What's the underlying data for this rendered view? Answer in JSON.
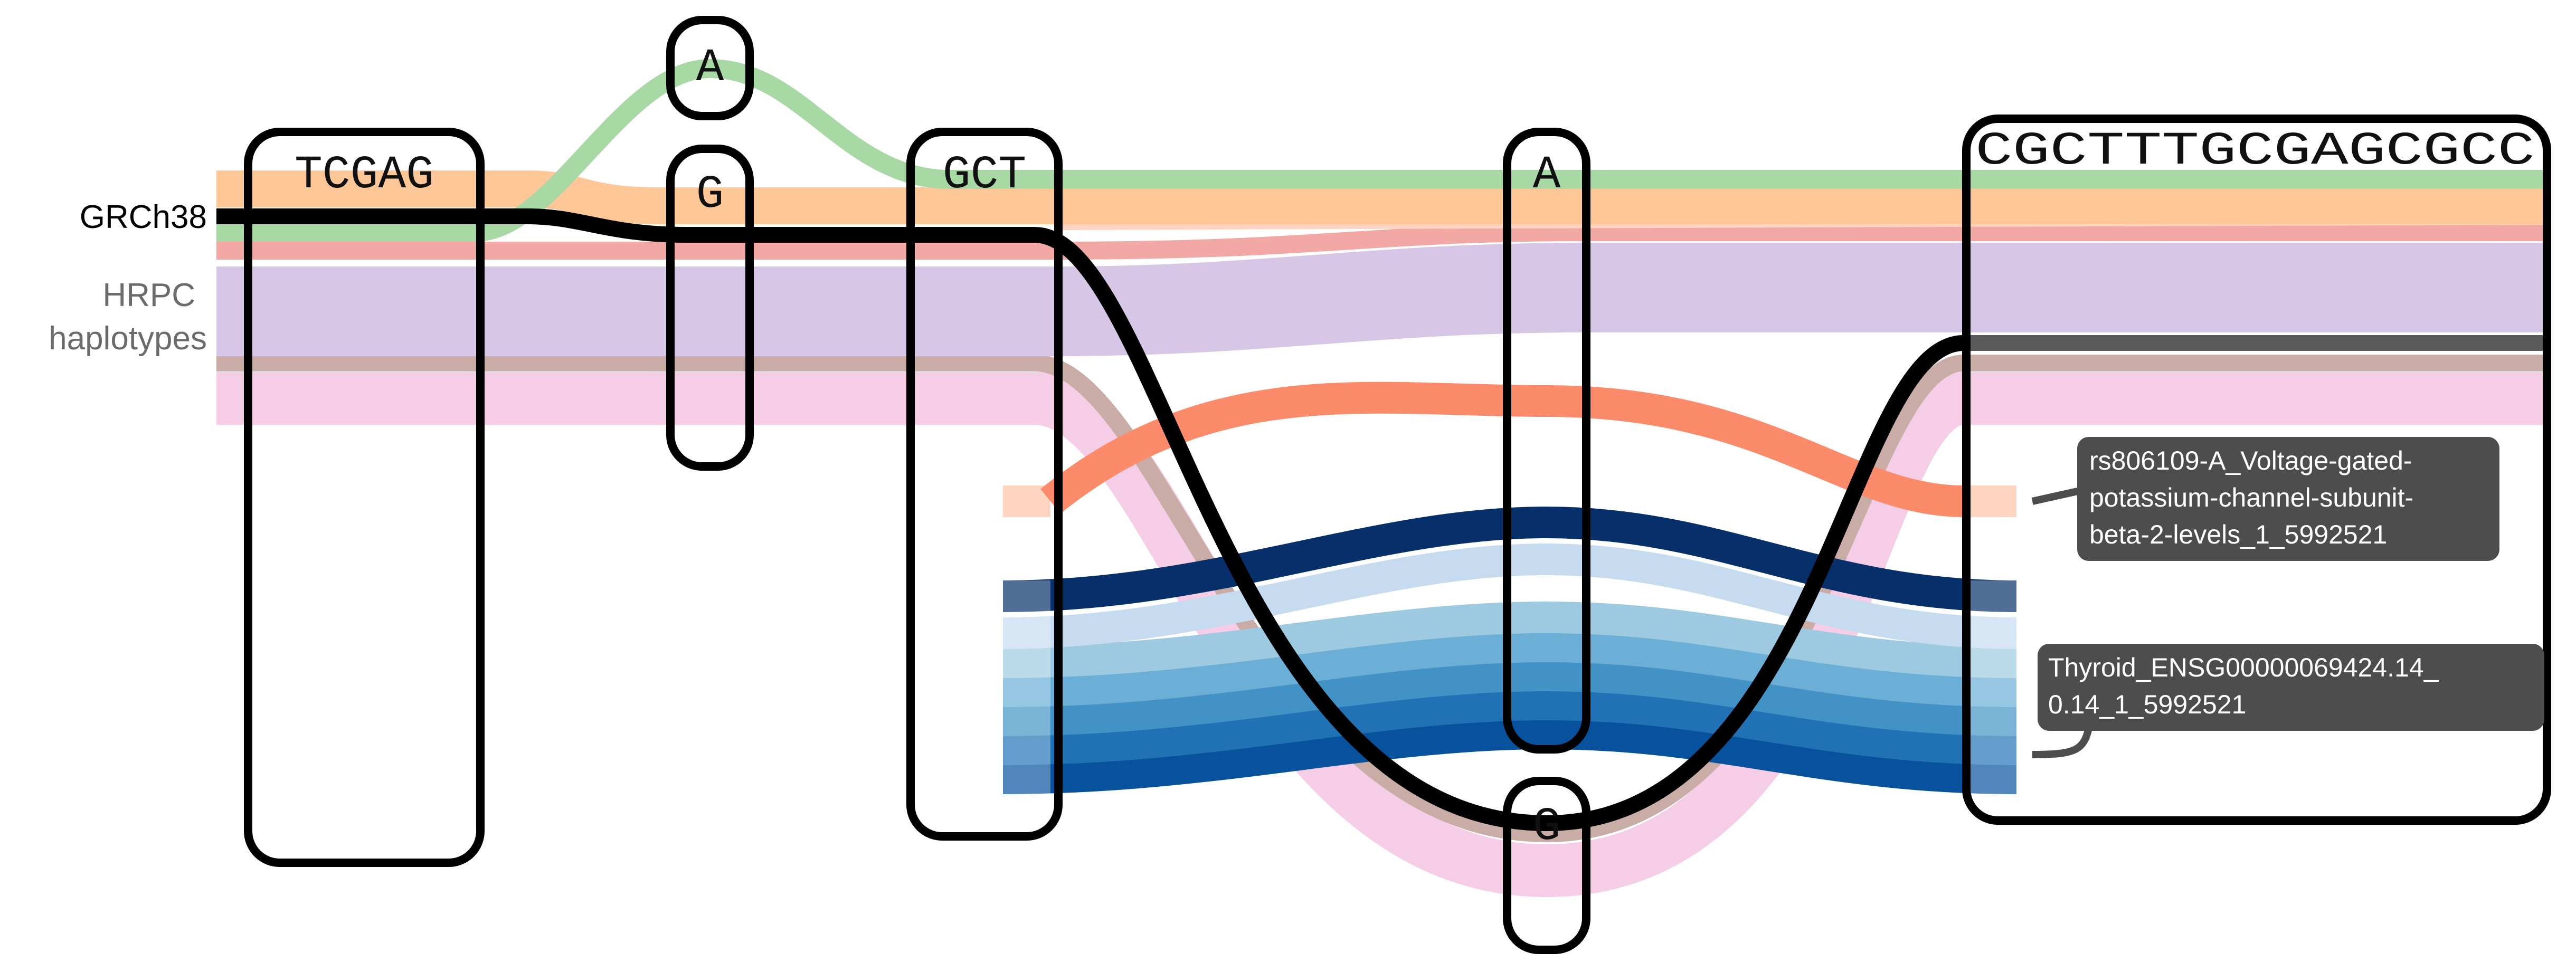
{
  "labels": {
    "reference": "GRCh38",
    "haplotypes_line1": "HRPC",
    "haplotypes_line2": "haplotypes"
  },
  "nodes": [
    {
      "id": "n1",
      "seq": "TCGAG"
    },
    {
      "id": "n2a",
      "seq": "A"
    },
    {
      "id": "n2b",
      "seq": "G"
    },
    {
      "id": "n3",
      "seq": "GCT"
    },
    {
      "id": "n4a",
      "seq": "A"
    },
    {
      "id": "n4b",
      "seq": "G"
    },
    {
      "id": "n5",
      "seq": "CGCTTTGCGAGCGCC"
    }
  ],
  "tooltips": [
    {
      "id": "eqtl",
      "lines": [
        "rs806109-A_Voltage-gated-",
        "potassium-channel-subunit-",
        "beta-2-levels_1_5992521"
      ]
    },
    {
      "id": "thyroid",
      "lines": [
        "Thyroid_ENSG00000069424.14_",
        "0.14_1_5992521"
      ]
    }
  ],
  "colors": {
    "reference": "#000000",
    "green": "#a8d8a4",
    "orange": "#fdc797",
    "peach": "#fdd5c0",
    "red": "#f2a9a5",
    "purple": "#d8c6e6",
    "taupe": "#c8aca5",
    "pink": "#f6cde6",
    "salmon": "#fb8b6a",
    "navy": "#07306b",
    "tooltip_bg": "#4d4d4d",
    "blues": [
      "#c6dbef",
      "#9ecae1",
      "#6baed6",
      "#4292c6",
      "#2171b5",
      "#08519c"
    ]
  }
}
